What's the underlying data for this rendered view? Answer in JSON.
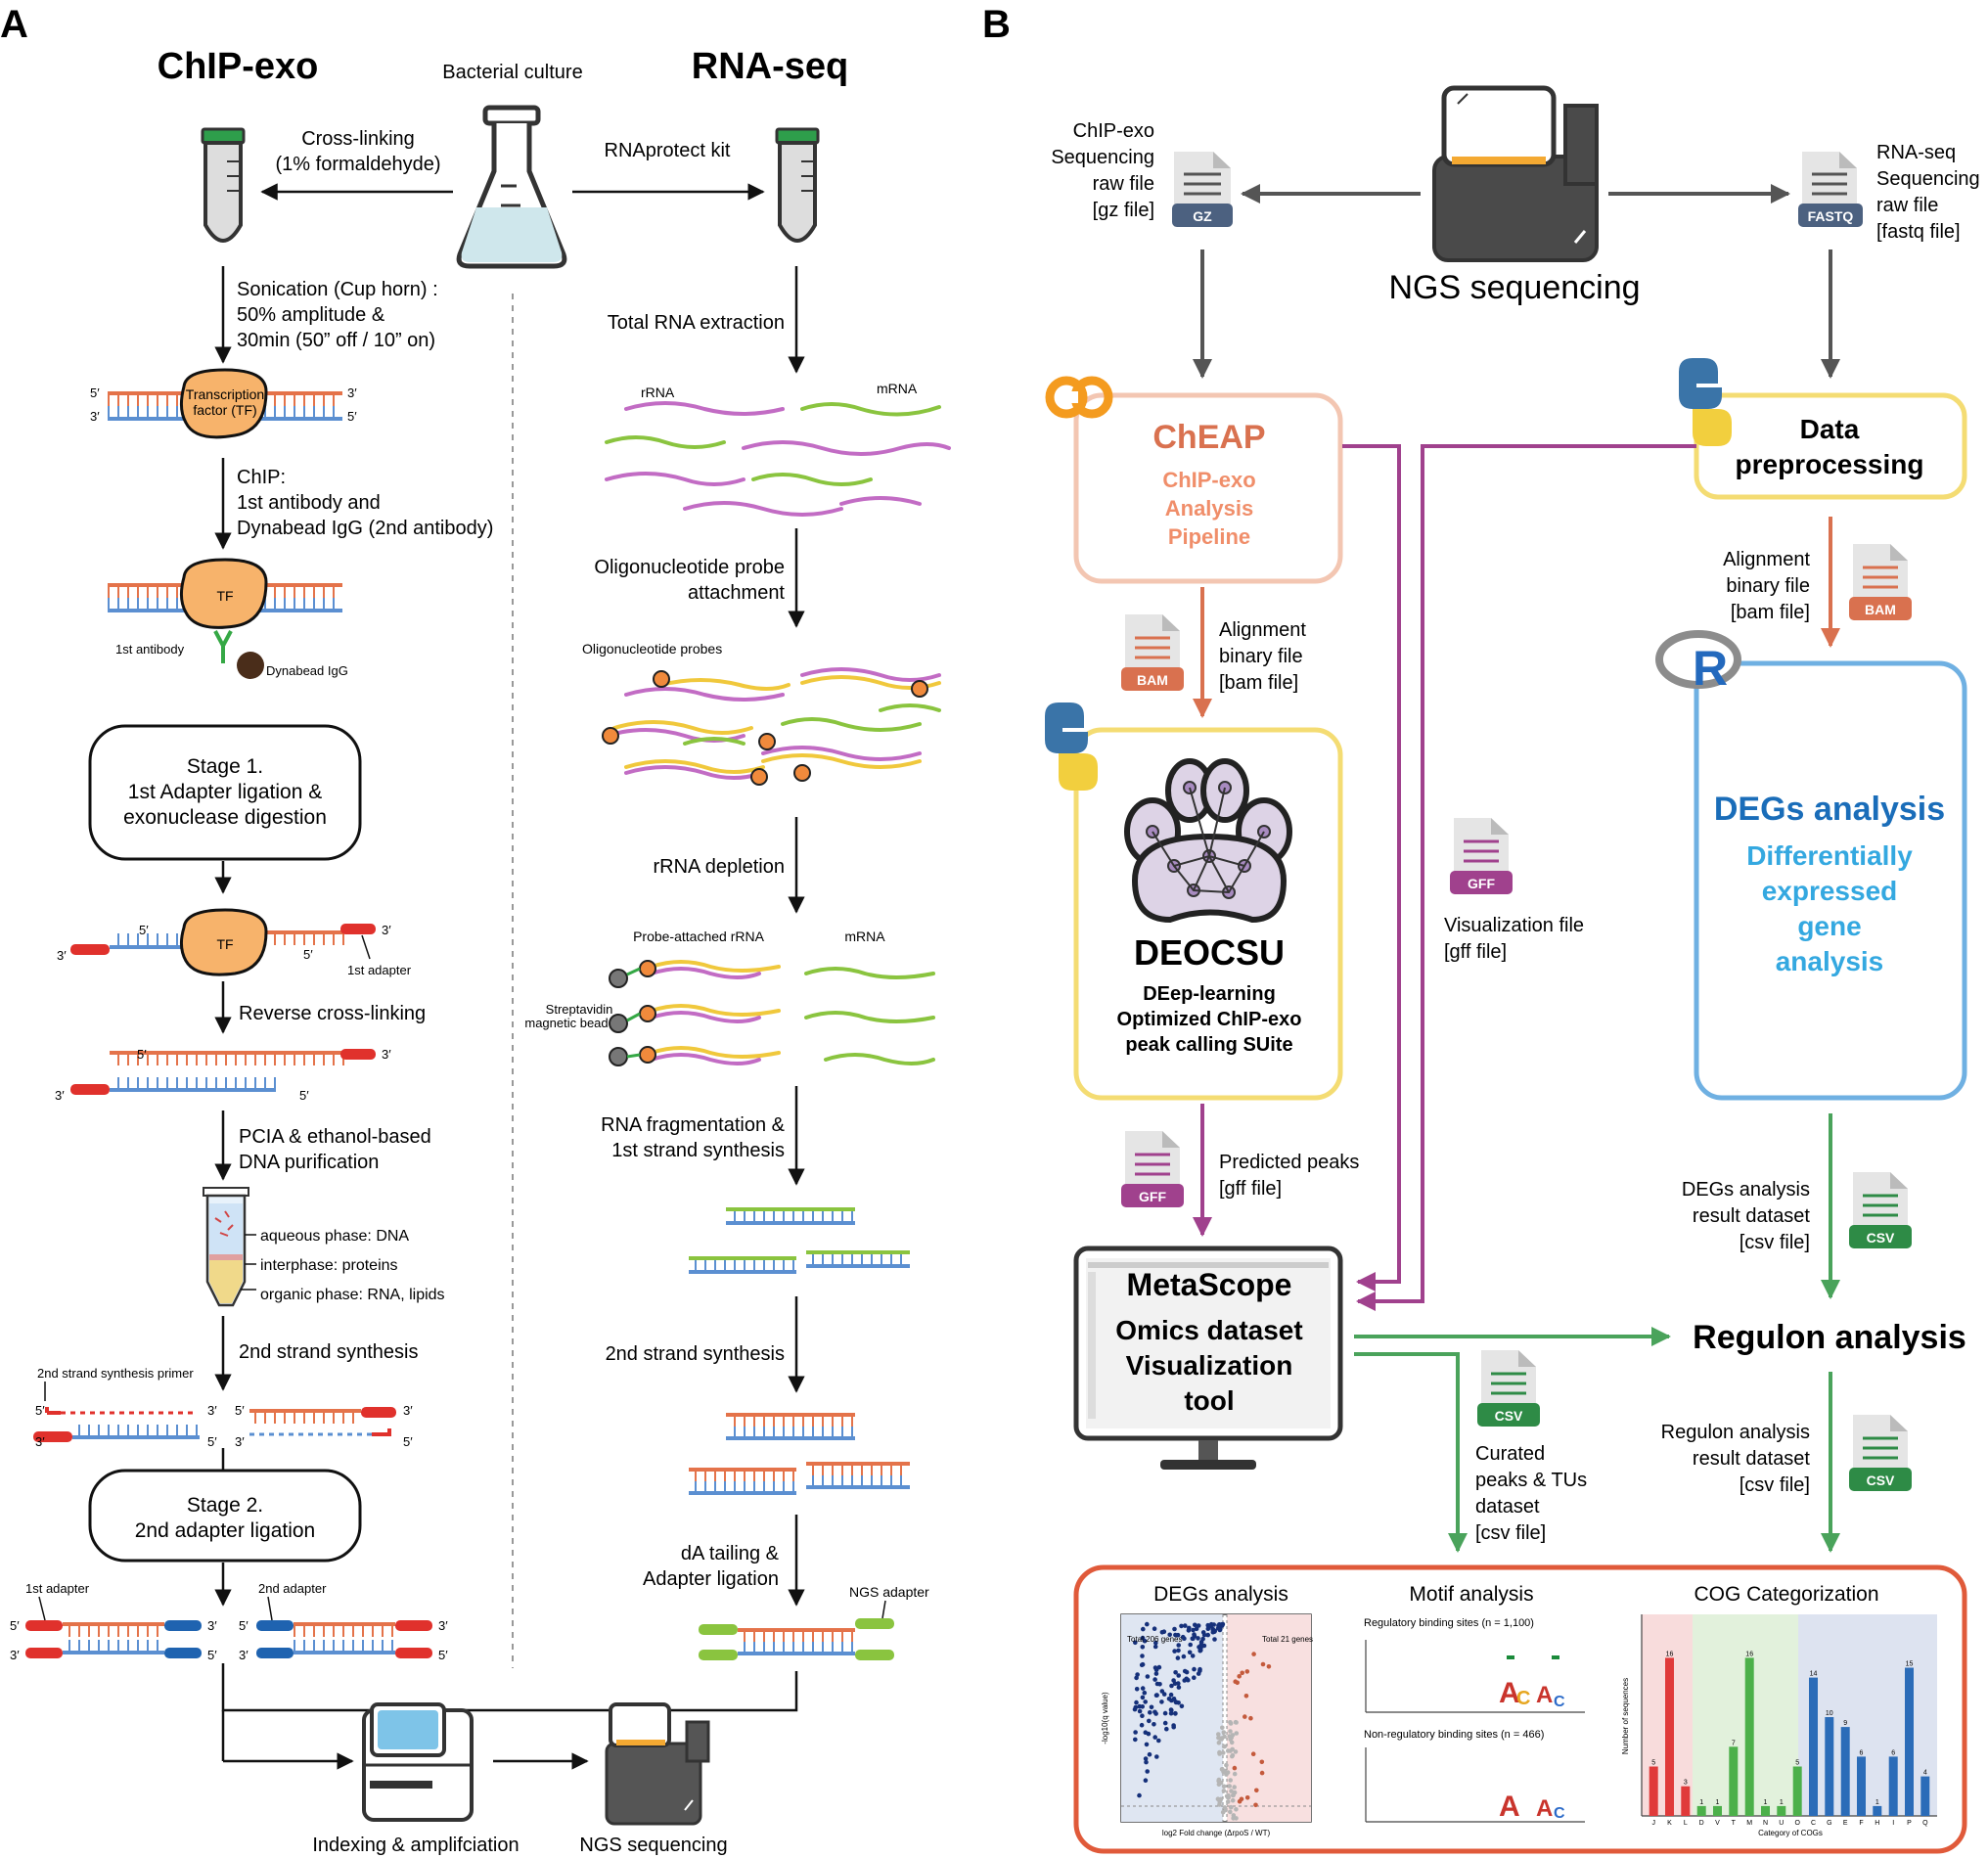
{
  "panel_a": {
    "letter": "A",
    "chip_title": "ChIP-exo",
    "rna_title": "RNA-seq",
    "culture": "Bacterial culture",
    "crosslink_1": "Cross-linking",
    "crosslink_2": "(1% formaldehyde)",
    "rnaprotect": "RNAprotect kit",
    "sonication_1": "Sonication (Cup horn) :",
    "sonication_2": "50% amplitude &",
    "sonication_3": "30min (50” off / 10” on)",
    "tf_1": "Transcription",
    "tf_2": "factor (TF)",
    "tf_short": "TF",
    "five_prime": "5′",
    "three_prime": "3′",
    "chip_1": "ChIP:",
    "chip_2": "1st antibody and",
    "chip_3": "Dynabead IgG (2nd antibody)",
    "first_antibody": "1st antibody",
    "dynabead": "Dynabead IgG",
    "stage1_1": "Stage 1.",
    "stage1_2": "1st Adapter ligation &",
    "stage1_3": "exonuclease digestion",
    "first_adapter": "1st adapter",
    "reverse": "Reverse cross-linking",
    "pcia_1": "PCIA & ethanol-based",
    "pcia_2": "DNA purification",
    "aqueous": "aqueous phase: DNA",
    "interphase": "interphase: proteins",
    "organic": "organic phase: RNA, lipids",
    "second_strand_chip": "2nd strand synthesis",
    "primer": "2nd strand synthesis primer",
    "stage2_1": "Stage 2.",
    "stage2_2": "2nd adapter ligation",
    "first_adapter_b": "1st adapter",
    "second_adapter": "2nd adapter",
    "total_rna": "Total RNA extraction",
    "rrna": "rRNA",
    "mrna": "mRNA",
    "probe_1": "Oligonucleotide probe",
    "probe_2": "attachment",
    "oligo_probes": "Oligonucleotide probes",
    "depletion": "rRNA depletion",
    "probe_attached": "Probe-attached rRNA",
    "mrna_b": "mRNA",
    "strep_1": "Streptavidin",
    "strep_2": "magnetic bead",
    "frag_1": "RNA fragmentation &",
    "frag_2": "1st strand synthesis",
    "second_strand_rna": "2nd strand synthesis",
    "tailing_1": "dA tailing &",
    "tailing_2": "Adapter ligation",
    "ngs_adapter": "NGS adapter",
    "indexing": "Indexing & amplifciation",
    "ngs_seq": "NGS sequencing"
  },
  "panel_b": {
    "letter": "B",
    "chip_raw": [
      "ChIP-exo",
      "Sequencing",
      "raw file",
      "[gz file]"
    ],
    "gz": "GZ",
    "fastq": "FASTQ",
    "rna_raw": [
      "RNA-seq",
      "Sequencing",
      "raw file",
      "[fastq file]"
    ],
    "ngs": "NGS sequencing",
    "cheap_title": "ChEAP",
    "cheap_sub": [
      "ChIP-exo",
      "Analysis",
      "Pipeline"
    ],
    "data_pre": [
      "Data",
      "preprocessing"
    ],
    "bam": "BAM",
    "align_left": [
      "Alignment",
      "binary file",
      "[bam file]"
    ],
    "align_right": [
      "Alignment",
      "binary file",
      "[bam file]"
    ],
    "deocsu_title": "DEOCSU",
    "deocsu_sub": [
      "DEep-learning",
      "Optimized ChIP-exo",
      "peak calling SUite"
    ],
    "gff": "GFF",
    "vis_file": [
      "Visualization file",
      "[gff file]"
    ],
    "degs_title": "DEGs analysis",
    "degs_sub": [
      "Differentially",
      "expressed",
      "gene",
      "analysis"
    ],
    "r_logo": "R",
    "predicted": [
      "Predicted peaks",
      "[gff file]"
    ],
    "degs_result": [
      "DEGs analysis",
      "result dataset",
      "[csv file]"
    ],
    "csv": "CSV",
    "metascope": "MetaScope",
    "metascope_sub": [
      "Omics dataset",
      "Visualization",
      "tool"
    ],
    "regulon": "Regulon analysis",
    "regulon_result": [
      "Regulon analysis",
      "result dataset",
      "[csv file]"
    ],
    "curated": [
      "Curated",
      "peaks & TUs",
      "dataset",
      "[csv file]"
    ],
    "bottom_degs": "DEGs analysis",
    "bottom_motif": "Motif analysis",
    "bottom_cog": "COG Categorization",
    "motif_reg": "Regulatory binding sites (n = 1,100)",
    "motif_nonreg": "Non-regulatory binding sites (n = 466)",
    "volcano_left": "Total 206 genes",
    "volcano_right": "Total 21 genes",
    "volcano_xlabel": "log2 Fold change (ΔrpoS / WT)",
    "volcano_ylabel": "-log10(q value)",
    "cog_xlabel": "Category of COGs",
    "cog_ylabel": "Number of sequences"
  },
  "colors": {
    "orange": "#e4734a",
    "blue_dna": "#5b8fd1",
    "red_adapter": "#e0312c",
    "blue_adapter": "#1f63b0",
    "purple": "#a0418d",
    "green": "#4aa35b",
    "cheap_border": "#f3c6b2",
    "yellow_border": "#f4dc73",
    "blue_border": "#6fb0e2",
    "results_border": "#e05a3a"
  },
  "chart_data": {
    "type": "bar",
    "title": "COG Categorization",
    "xlabel": "Category of COGs",
    "ylabel": "Number of sequences",
    "categories": [
      "J",
      "K",
      "L",
      "D",
      "V",
      "T",
      "M",
      "N",
      "U",
      "O",
      "C",
      "G",
      "E",
      "F",
      "H",
      "I",
      "P",
      "Q"
    ],
    "values": [
      5,
      16,
      3,
      1,
      1,
      7,
      16,
      1,
      1,
      5,
      14,
      10,
      9,
      6,
      1,
      6,
      15,
      4
    ],
    "ylim": [
      0,
      20
    ]
  }
}
